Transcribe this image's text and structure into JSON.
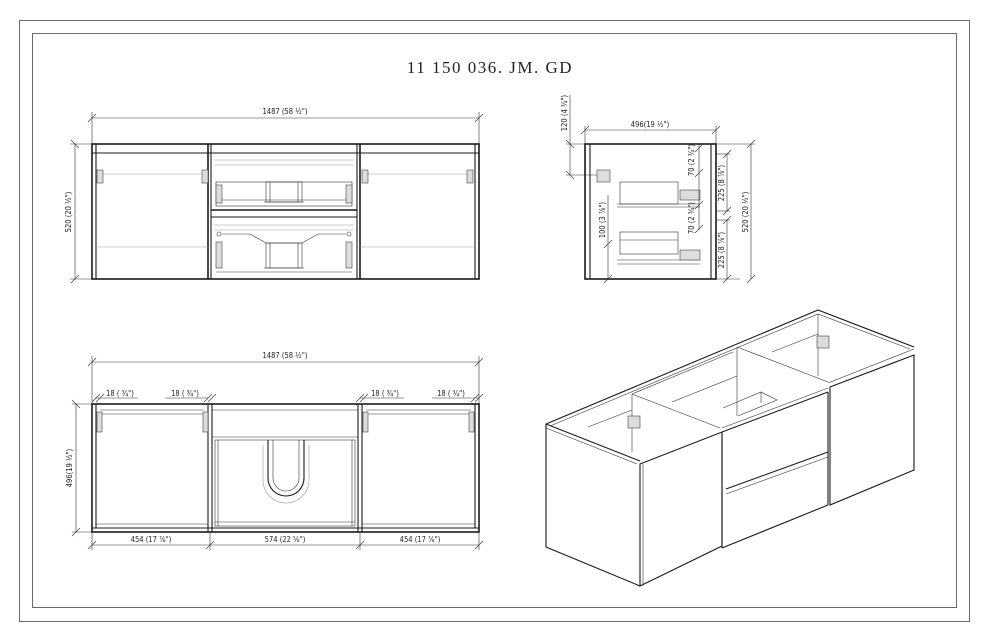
{
  "title": "11 150 036. JM. GD",
  "views": {
    "front": {
      "width_label": "1487 (58 ½\")",
      "height_label": "520 (20 ½\")"
    },
    "side": {
      "depth_label": "496(19 ½\")",
      "top_offset_label": "120 (4 ¾\")",
      "bottom_offset_label": "100 (3 ⅞\")",
      "drawer_gap_top_label": "70 (2 ¾\")",
      "drawer_gap_mid_label": "70 (2 ¾\")",
      "drawer_height_top_label": "225 (8 ⅞\")",
      "drawer_height_bottom_label": "225 (8 ⅞\")",
      "height_label": "520 (20 ½\")"
    },
    "plan": {
      "width_label": "1487 (58 ½\")",
      "depth_label": "496(19 ½\")",
      "panel_labels": [
        "18 ( ¾\")",
        "18 ( ¾\")",
        "18 ( ¾\")",
        "18 ( ¾\")"
      ],
      "section_labels": [
        "454 (17 ⅞\")",
        "574 (22 ⅝\")",
        "454 (17 ⅞\")"
      ]
    },
    "isometric": {
      "label": "isometric-view"
    }
  },
  "colors": {
    "line": "#1a1a1a",
    "border": "#6a6a6a",
    "background": "#ffffff"
  }
}
